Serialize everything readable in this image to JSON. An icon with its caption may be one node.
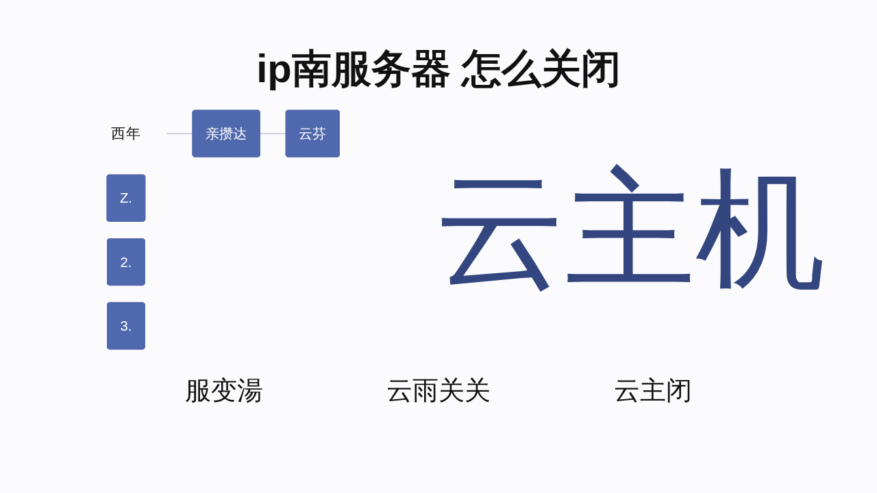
{
  "diagram": {
    "title": "ip南服务器 怎么关闭",
    "nodes": [
      {
        "text": [
          "西年"
        ]
      },
      {
        "text": [
          "亲攒达"
        ]
      },
      {
        "text": [
          "云芬"
        ]
      },
      {
        "text": [
          "Z."
        ]
      },
      {
        "text": [
          "2."
        ]
      },
      {
        "text": [
          "3."
        ]
      }
    ],
    "edges": [
      {
        "from": 0,
        "to": 1,
        "arrow": "none"
      },
      {
        "from": 1,
        "to": 2,
        "arrow": "none"
      }
    ],
    "labels": [
      "云主机",
      "服变湯",
      "云雨关关",
      "云主闭"
    ]
  }
}
